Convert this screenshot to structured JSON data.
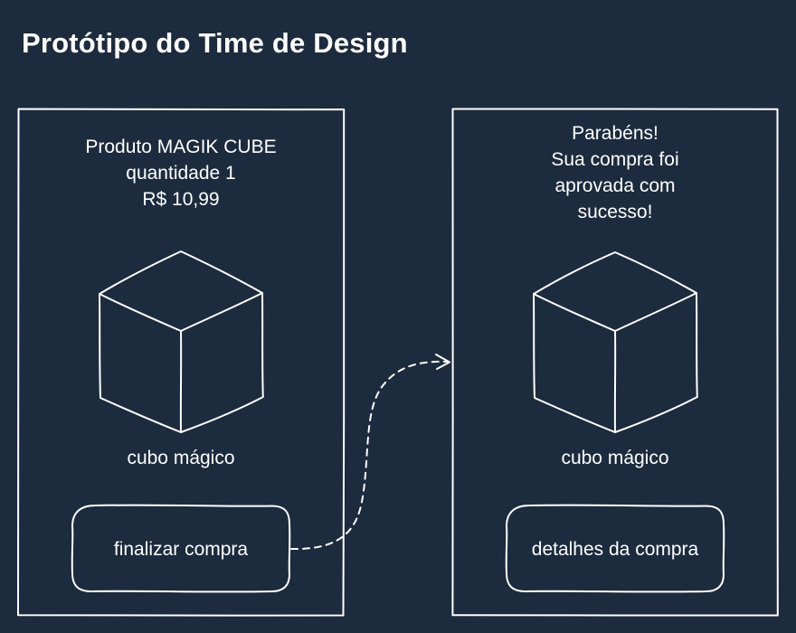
{
  "page": {
    "title": "Protótipo do Time de Design"
  },
  "screens": [
    {
      "id": "product",
      "header_text": "Produto MAGIK CUBE\nquantidade 1\nR$ 10,99",
      "image_label": "cubo mágico",
      "image_icon": "cube-icon",
      "button_label": "finalizar compra"
    },
    {
      "id": "success",
      "header_text": "Parabéns!\nSua compra foi\naprovada com\nsucesso!",
      "image_label": "cubo mágico",
      "image_icon": "cube-icon",
      "button_label": "detalhes da compra"
    }
  ],
  "flow": {
    "from": "finalizar compra",
    "to": "success",
    "style": "dashed-arrow"
  },
  "colors": {
    "background": "#1c2b3d",
    "stroke": "#ffffff",
    "text": "#ffffff"
  }
}
